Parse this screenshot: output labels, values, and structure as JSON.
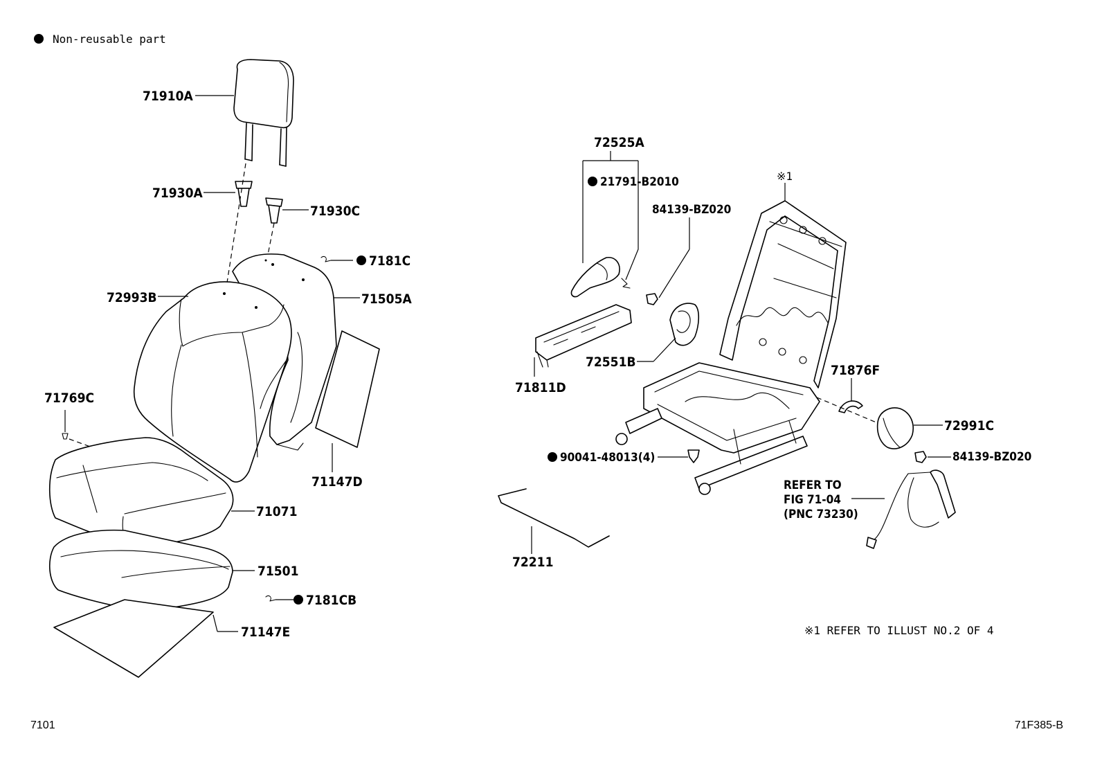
{
  "legend": {
    "text": "Non-reusable part"
  },
  "labels": {
    "p71910A": "71910A",
    "p71930A": "71930A",
    "p71930C": "71930C",
    "p7181C": "7181C",
    "p72993B": "72993B",
    "p71505A": "71505A",
    "p71769C": "71769C",
    "p71147D": "71147D",
    "p71071": "71071",
    "p71501": "71501",
    "p7181CB": "7181CB",
    "p71147E": "71147E",
    "p72525A": "72525A",
    "p21791": "21791-B2010",
    "p84139a": "84139-BZ020",
    "p84139b": "84139-BZ020",
    "mark1": "※1",
    "p72551B": "72551B",
    "p71811D": "71811D",
    "p71876F": "71876F",
    "p72991C": "72991C",
    "p90041": "90041-48013(4)",
    "p72211": "72211"
  },
  "refer": {
    "line1": "REFER TO",
    "line2": "FIG 71-04",
    "line3": "(PNC 73230)"
  },
  "footnote": "※1 REFER TO ILLUST NO.2 OF 4",
  "footer": {
    "left": "7101",
    "right": "71F385-B"
  }
}
